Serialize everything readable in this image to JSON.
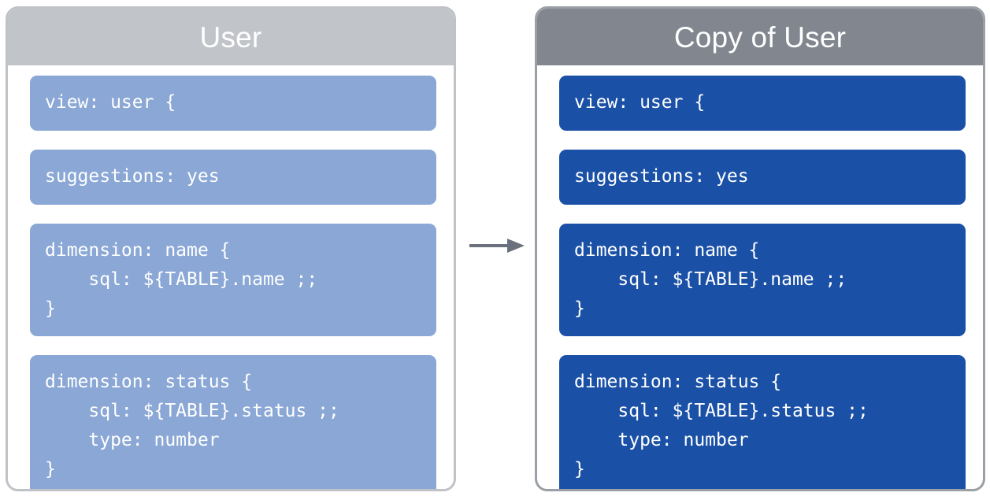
{
  "diagram": {
    "type": "copy-flow",
    "arrow_icon": "arrow-right-icon",
    "arrow_color": "#6b717c"
  },
  "panels": [
    {
      "id": "source",
      "title": "User",
      "header_color": "#c1c4c8",
      "block_color": "#8aa7d5",
      "blocks": [
        {
          "id": "view",
          "text": "view: user {"
        },
        {
          "id": "suggestions",
          "text": "suggestions: yes"
        },
        {
          "id": "dimension-name",
          "text": "dimension: name {\n    sql: ${TABLE}.name ;;\n}"
        },
        {
          "id": "dimension-status",
          "text": "dimension: status {\n    sql: ${TABLE}.status ;;\n    type: number\n}"
        }
      ]
    },
    {
      "id": "copy",
      "title": "Copy of User",
      "header_color": "#82868f",
      "block_color": "#1a50a6",
      "blocks": [
        {
          "id": "view",
          "text": "view: user {"
        },
        {
          "id": "suggestions",
          "text": "suggestions: yes"
        },
        {
          "id": "dimension-name",
          "text": "dimension: name {\n    sql: ${TABLE}.name ;;\n}"
        },
        {
          "id": "dimension-status",
          "text": "dimension: status {\n    sql: ${TABLE}.status ;;\n    type: number\n}"
        }
      ]
    }
  ]
}
